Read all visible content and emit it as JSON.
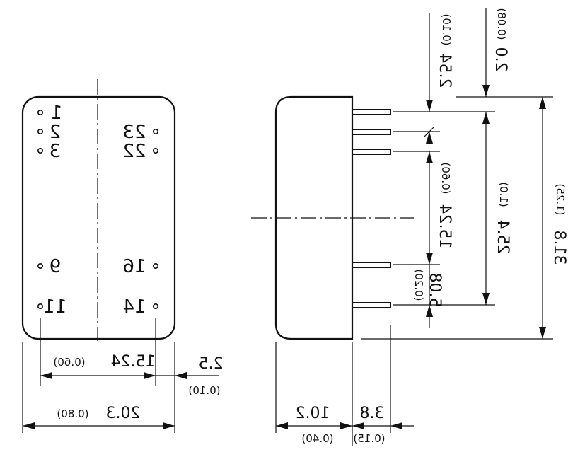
{
  "front_view": {
    "pins_left": [
      "1",
      "2",
      "3",
      "9",
      "11"
    ],
    "pins_right": [
      "23",
      "22",
      "16",
      "14"
    ]
  },
  "dimensions": {
    "pin_row_spacing": {
      "mm": "15.24",
      "inch": "(0.60)"
    },
    "pin_edge_offset": {
      "mm": "2.5",
      "inch": "(0.10)"
    },
    "body_width": {
      "mm": "20.3",
      "inch": "(0.80)"
    },
    "body_depth": {
      "mm": "10.2",
      "inch": "(0.40)"
    },
    "pin_length": {
      "mm": "3.8",
      "inch": "(0.15)"
    },
    "pin_pitch": {
      "mm": "2.54",
      "inch": "(0.10)"
    },
    "top_offset": {
      "mm": "2.0",
      "inch": "(0.08)"
    },
    "pin_group_span": {
      "mm": "15.24",
      "inch": "(0.60)"
    },
    "bottom_pin_pitch": {
      "mm": "5.08",
      "inch": "(0.20)"
    },
    "pin_span_total": {
      "mm": "25.4",
      "inch": "(1.0)"
    },
    "body_length": {
      "mm": "31.8",
      "inch": "(1.25)"
    }
  }
}
